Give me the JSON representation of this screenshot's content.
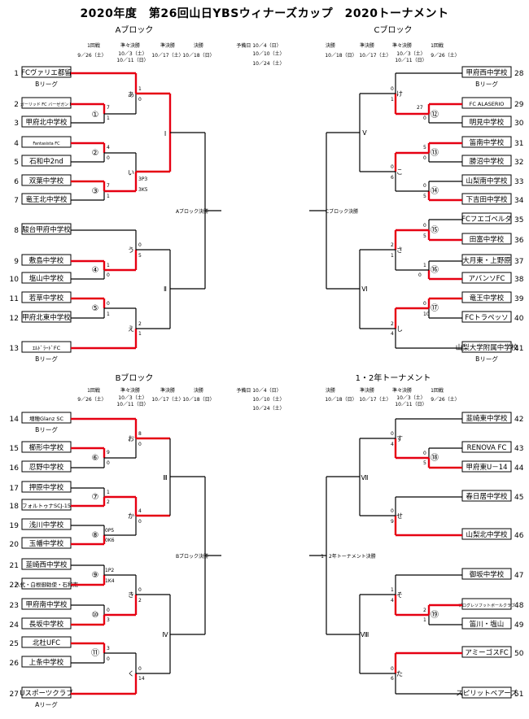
{
  "title": "2020年度　第26回山日YBSウィナーズカップ　2020トーナメント",
  "colors": {
    "winner_line": "#e60012",
    "line": "#000000"
  },
  "blocks": {
    "A": {
      "name": "Aブロック",
      "rounds": [
        "1回戦",
        "準々決勝",
        "準決勝",
        "決勝",
        "予備日 10／4（日）"
      ],
      "dates": [
        "9／26（土）",
        "10／3（土）",
        "10／11（日）",
        "10／17（土）",
        "10／18（日）",
        "10／10（土）",
        "10／24（土）"
      ],
      "final_label": "Aブロック決勝",
      "teams": [
        {
          "no": "1",
          "name": "FCヴァリエ都留",
          "league": "Bリーグ"
        },
        {
          "no": "2",
          "name": "ガーリッド FC バーゼガント",
          "league": ""
        },
        {
          "no": "3",
          "name": "甲府北中学校",
          "league": ""
        },
        {
          "no": "4",
          "name": "Fantasista FC",
          "league": ""
        },
        {
          "no": "5",
          "name": "石和中2nd",
          "league": ""
        },
        {
          "no": "6",
          "name": "双葉中学校",
          "league": ""
        },
        {
          "no": "7",
          "name": "竜王北中学校",
          "league": ""
        },
        {
          "no": "8",
          "name": "駿台甲府中学校",
          "league": ""
        },
        {
          "no": "9",
          "name": "敷島中学校",
          "league": ""
        },
        {
          "no": "10",
          "name": "塩山中学校",
          "league": ""
        },
        {
          "no": "11",
          "name": "若草中学校",
          "league": ""
        },
        {
          "no": "12",
          "name": "甲府北東中学校",
          "league": ""
        },
        {
          "no": "13",
          "name": "ｴﾙﾄﾞﾗｰﾄﾞFC",
          "league": "Bリーグ"
        }
      ],
      "match_labels": [
        "①",
        "②",
        "③",
        "④",
        "⑤",
        "あ",
        "い",
        "う",
        "え",
        "Ⅰ",
        "Ⅱ"
      ],
      "scores": [
        "7",
        "1",
        "4",
        "0",
        "7",
        "1",
        "1",
        "0",
        "0",
        "1",
        "3P3",
        "3K5",
        "0",
        "5",
        "2",
        "1",
        "1",
        "0",
        "0",
        "1"
      ]
    },
    "C": {
      "name": "Cブロック",
      "rounds": [
        "決勝",
        "準決勝",
        "準々決勝",
        "1回戦"
      ],
      "dates": [
        "10／18（日）",
        "10／17（土）",
        "10／3（土）",
        "10／11（日）",
        "9／26（土）"
      ],
      "final_label": "Cブロック決勝",
      "teams": [
        {
          "no": "28",
          "name": "甲府西中学校",
          "league": "Bリーグ"
        },
        {
          "no": "29",
          "name": "FC ALASERIO",
          "league": ""
        },
        {
          "no": "30",
          "name": "明見中学校",
          "league": ""
        },
        {
          "no": "31",
          "name": "笛南中学校",
          "league": ""
        },
        {
          "no": "32",
          "name": "勝沼中学校",
          "league": ""
        },
        {
          "no": "33",
          "name": "山梨南中学校",
          "league": ""
        },
        {
          "no": "34",
          "name": "下吉田中学校",
          "league": ""
        },
        {
          "no": "35",
          "name": "FCフエゴベルダ",
          "league": ""
        },
        {
          "no": "36",
          "name": "田富中学校",
          "league": ""
        },
        {
          "no": "37",
          "name": "大月東・上野原",
          "league": ""
        },
        {
          "no": "38",
          "name": "アバンソFC",
          "league": ""
        },
        {
          "no": "39",
          "name": "竜王中学校",
          "league": ""
        },
        {
          "no": "40",
          "name": "FCトラペッソ",
          "league": ""
        },
        {
          "no": "41",
          "name": "山梨大学附属中学校",
          "league": "Bリーグ"
        }
      ],
      "match_labels": [
        "⑫",
        "⑬",
        "⑭",
        "⑮",
        "⑯",
        "⑰",
        "け",
        "こ",
        "さ",
        "し",
        "Ⅴ",
        "Ⅵ"
      ],
      "scores": [
        "27",
        "0",
        "5",
        "0",
        "0",
        "5",
        "0",
        "5",
        "1",
        "0",
        "0",
        "10",
        "0",
        "1",
        "0",
        "6",
        "2",
        "1",
        "2",
        "4",
        "2",
        "0"
      ]
    },
    "B": {
      "name": "Bブロック",
      "rounds": [
        "1回戦",
        "準々決勝",
        "準決勝",
        "決勝",
        "予備日 10／4（日）"
      ],
      "dates": [
        "9／26（土）",
        "10／3（土）",
        "10／11（日）",
        "10／17（土）",
        "10／18（日）",
        "10／10（土）",
        "10／24（土）"
      ],
      "final_label": "Bブロック決勝",
      "teams": [
        {
          "no": "14",
          "name": "増穂Glanz SC",
          "league": "Bリーグ"
        },
        {
          "no": "15",
          "name": "櫛形中学校",
          "league": ""
        },
        {
          "no": "16",
          "name": "忍野中学校",
          "league": ""
        },
        {
          "no": "17",
          "name": "押原中学校",
          "league": ""
        },
        {
          "no": "18",
          "name": "フォルトゥナSCJ-15",
          "league": ""
        },
        {
          "no": "19",
          "name": "浅川中学校",
          "league": ""
        },
        {
          "no": "20",
          "name": "玉幡中学校",
          "league": ""
        },
        {
          "no": "21",
          "name": "韮崎西中学校",
          "league": ""
        },
        {
          "no": "22",
          "name": "八代・白根御勅使・石和南",
          "league": ""
        },
        {
          "no": "23",
          "name": "甲府南中学校",
          "league": ""
        },
        {
          "no": "24",
          "name": "長坂中学校",
          "league": ""
        },
        {
          "no": "25",
          "name": "北杜UFC",
          "league": ""
        },
        {
          "no": "26",
          "name": "上条中学校",
          "league": ""
        },
        {
          "no": "27",
          "name": "Uスポーツクラブ",
          "league": "Aリーグ"
        }
      ],
      "match_labels": [
        "⑥",
        "⑦",
        "⑧",
        "⑨",
        "⑩",
        "⑪",
        "お",
        "か",
        "き",
        "く",
        "Ⅲ",
        "Ⅳ"
      ],
      "scores": [
        "9",
        "0",
        "1",
        "2",
        "0P5",
        "0K6",
        "1P2",
        "1K4",
        "0",
        "3",
        "3",
        "0",
        "8",
        "0",
        "4",
        "0",
        "0",
        "2",
        "0",
        "14"
      ]
    },
    "D": {
      "name": "1・2年トーナメント",
      "rounds": [
        "決勝",
        "準決勝",
        "準々決勝",
        "1回戦"
      ],
      "dates": [
        "10／18（日）",
        "10／17（土）",
        "10／3（土）",
        "10／11（日）",
        "9／26（土）"
      ],
      "final_label": "1・2年トーナメント決勝",
      "teams": [
        {
          "no": "42",
          "name": "韮崎東中学校",
          "league": ""
        },
        {
          "no": "43",
          "name": "RENOVA FC",
          "league": ""
        },
        {
          "no": "44",
          "name": "甲府東U－14",
          "league": ""
        },
        {
          "no": "45",
          "name": "春日居中学校",
          "league": ""
        },
        {
          "no": "46",
          "name": "山梨北中学校",
          "league": ""
        },
        {
          "no": "47",
          "name": "御坂中学校",
          "league": ""
        },
        {
          "no": "48",
          "name": "プログレソフットボールクラブ",
          "league": ""
        },
        {
          "no": "49",
          "name": "笛川・塩山",
          "league": ""
        },
        {
          "no": "50",
          "name": "アミーゴスFC",
          "league": ""
        },
        {
          "no": "51",
          "name": "スピリットベアーズ",
          "league": ""
        }
      ],
      "match_labels": [
        "⑱",
        "⑲",
        "す",
        "せ",
        "そ",
        "た",
        "Ⅶ",
        "Ⅷ"
      ],
      "scores": [
        "0",
        "5",
        "2",
        "1",
        "0",
        "4",
        "0",
        "9",
        "1",
        "4",
        "0",
        "6"
      ]
    }
  }
}
